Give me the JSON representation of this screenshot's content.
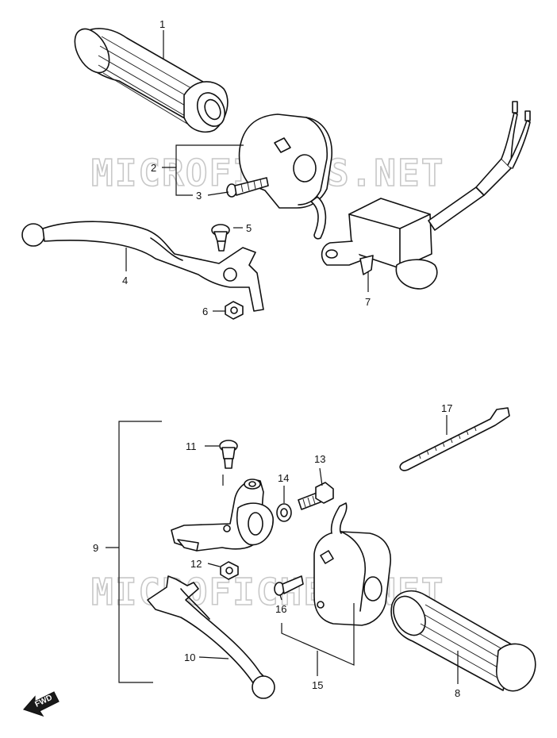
{
  "watermark": "MICROFICHES.NET",
  "fwd_badge": "FWD",
  "callouts": {
    "c1": "1",
    "c2": "2",
    "c3": "3",
    "c4": "4",
    "c5": "5",
    "c6": "6",
    "c7": "7",
    "c8": "8",
    "c9": "9",
    "c10": "10",
    "c11": "11",
    "c12": "12",
    "c13": "13",
    "c14": "14",
    "c15": "15",
    "c16": "16",
    "c17": "17"
  }
}
